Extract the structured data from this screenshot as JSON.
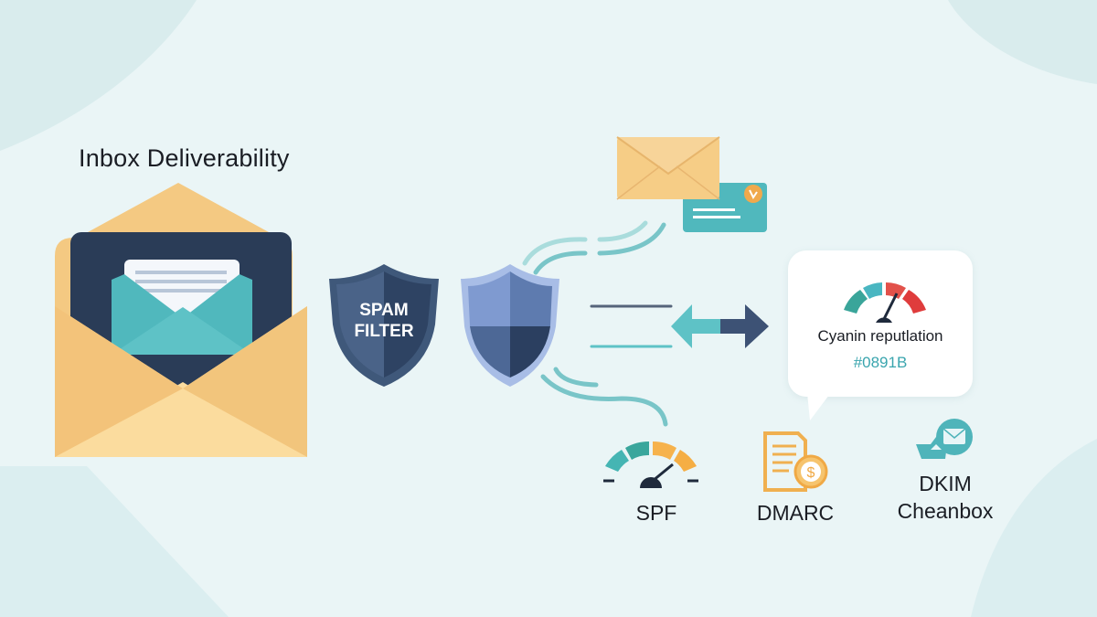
{
  "title": "Inbox Deliverability",
  "spam_filter": {
    "line1": "SPAM",
    "line2": "FILTER"
  },
  "reputation": {
    "label": "Cyanin reputlation",
    "code": "#0891B"
  },
  "checks": [
    {
      "name": "SPF",
      "icon": "gauge-icon"
    },
    {
      "name": "DMARC",
      "icon": "document-dollar-icon"
    },
    {
      "name": "DKIM",
      "name2": "Cheanbox",
      "icon": "chat-envelope-icon"
    }
  ],
  "colors": {
    "background": "#eaf5f6",
    "envelope": "#f6cf8a",
    "navy": "#2b3d57",
    "teal": "#4fb8bf",
    "shield_dark": "#3f587a",
    "shield_light": "#7c97c9",
    "orange": "#f4b24a",
    "red": "#e2453f"
  }
}
